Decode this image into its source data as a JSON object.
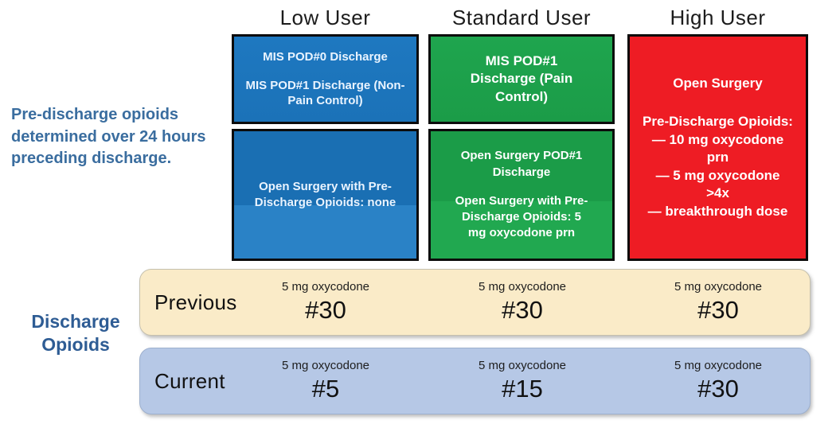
{
  "note": {
    "text": "Pre-discharge opioids determined over 24 hours preceding discharge."
  },
  "row_group_label": "Discharge Opioids",
  "columns": [
    {
      "header": "Low User",
      "boxes": [
        {
          "paragraphs": [
            "MIS POD#0 Discharge",
            "MIS POD#1 Discharge (Non-Pain Control)"
          ]
        },
        {
          "paragraphs": [
            "Open Surgery with Pre-Discharge Opioids: none"
          ]
        }
      ]
    },
    {
      "header": "Standard User",
      "boxes": [
        {
          "paragraphs": [
            "MIS POD#1 Discharge (Pain Control)"
          ]
        },
        {
          "paragraphs": [
            "Open Surgery POD#1 Discharge",
            "Open Surgery with Pre-Discharge Opioids: 5 mg oxycodone prn"
          ]
        }
      ]
    },
    {
      "header": "High User",
      "boxes": [
        {
          "paragraphs": [
            "Open Surgery",
            "Pre-Discharge Opioids: — 10 mg oxycodone prn",
            "— 5 mg oxycodone >4x",
            "— breakthrough dose"
          ]
        }
      ]
    }
  ],
  "rows": [
    {
      "label": "Previous",
      "cells": [
        {
          "drug": "5 mg oxycodone",
          "quantity": "#30"
        },
        {
          "drug": "5 mg oxycodone",
          "quantity": "#30"
        },
        {
          "drug": "5 mg oxycodone",
          "quantity": "#30"
        }
      ]
    },
    {
      "label": "Current",
      "cells": [
        {
          "drug": "5 mg oxycodone",
          "quantity": "#5"
        },
        {
          "drug": "5 mg oxycodone",
          "quantity": "#15"
        },
        {
          "drug": "5 mg oxycodone",
          "quantity": "#30"
        }
      ]
    }
  ],
  "colors": {
    "low_user_box": "#1B74BB",
    "standard_user_box": "#1EA24B",
    "high_user_box": "#EE1C24",
    "previous_row_bg": "#FAEBC8",
    "current_row_bg": "#B6C8E6",
    "note_text": "#3A6D9F",
    "group_label_text": "#2E5C94",
    "box_border": "#0B0B0B"
  }
}
